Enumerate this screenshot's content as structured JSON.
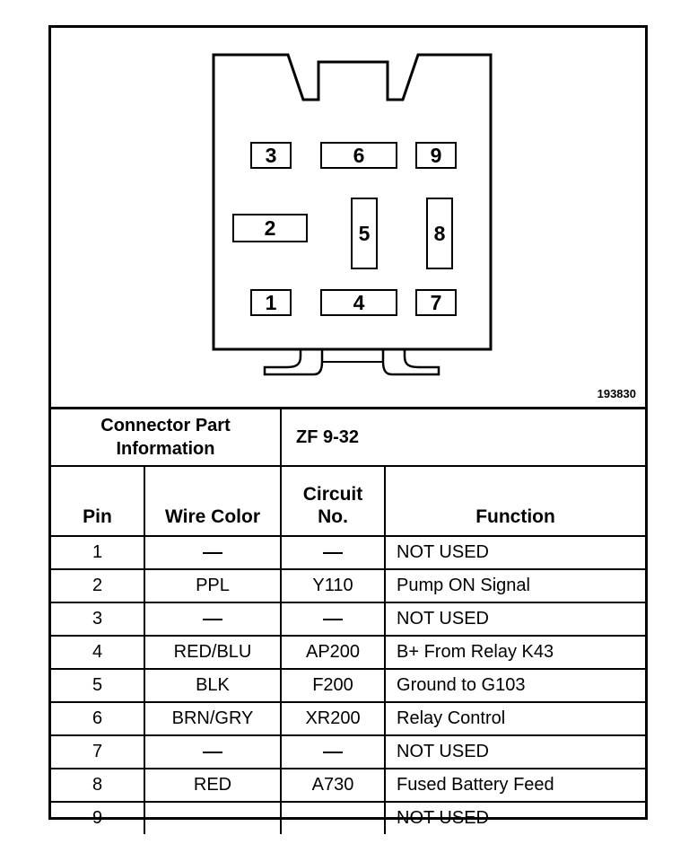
{
  "figure_id": "193830",
  "pins": [
    {
      "label": "1"
    },
    {
      "label": "2"
    },
    {
      "label": "3"
    },
    {
      "label": "4"
    },
    {
      "label": "5"
    },
    {
      "label": "6"
    },
    {
      "label": "7"
    },
    {
      "label": "8"
    },
    {
      "label": "9"
    }
  ],
  "connector": {
    "label": "Connector Part Information",
    "value": "ZF 9-32"
  },
  "headers": {
    "pin": "Pin",
    "wire_color": "Wire Color",
    "circuit": "Circuit No.",
    "function": "Function"
  },
  "rows": [
    {
      "pin": "1",
      "wire": "",
      "circuit": "",
      "function": "NOT USED"
    },
    {
      "pin": "2",
      "wire": "PPL",
      "circuit": "Y110",
      "function": "Pump ON Signal"
    },
    {
      "pin": "3",
      "wire": "",
      "circuit": "",
      "function": "NOT USED"
    },
    {
      "pin": "4",
      "wire": "RED/BLU",
      "circuit": "AP200",
      "function": "B+ From Relay K43"
    },
    {
      "pin": "5",
      "wire": "BLK",
      "circuit": "F200",
      "function": "Ground to G103"
    },
    {
      "pin": "6",
      "wire": "BRN/GRY",
      "circuit": "XR200",
      "function": "Relay Control"
    },
    {
      "pin": "7",
      "wire": "",
      "circuit": "",
      "function": "NOT USED"
    },
    {
      "pin": "8",
      "wire": "RED",
      "circuit": "A730",
      "function": "Fused Battery Feed"
    },
    {
      "pin": "9",
      "wire": "",
      "circuit": "",
      "function": "NOT USED"
    }
  ]
}
